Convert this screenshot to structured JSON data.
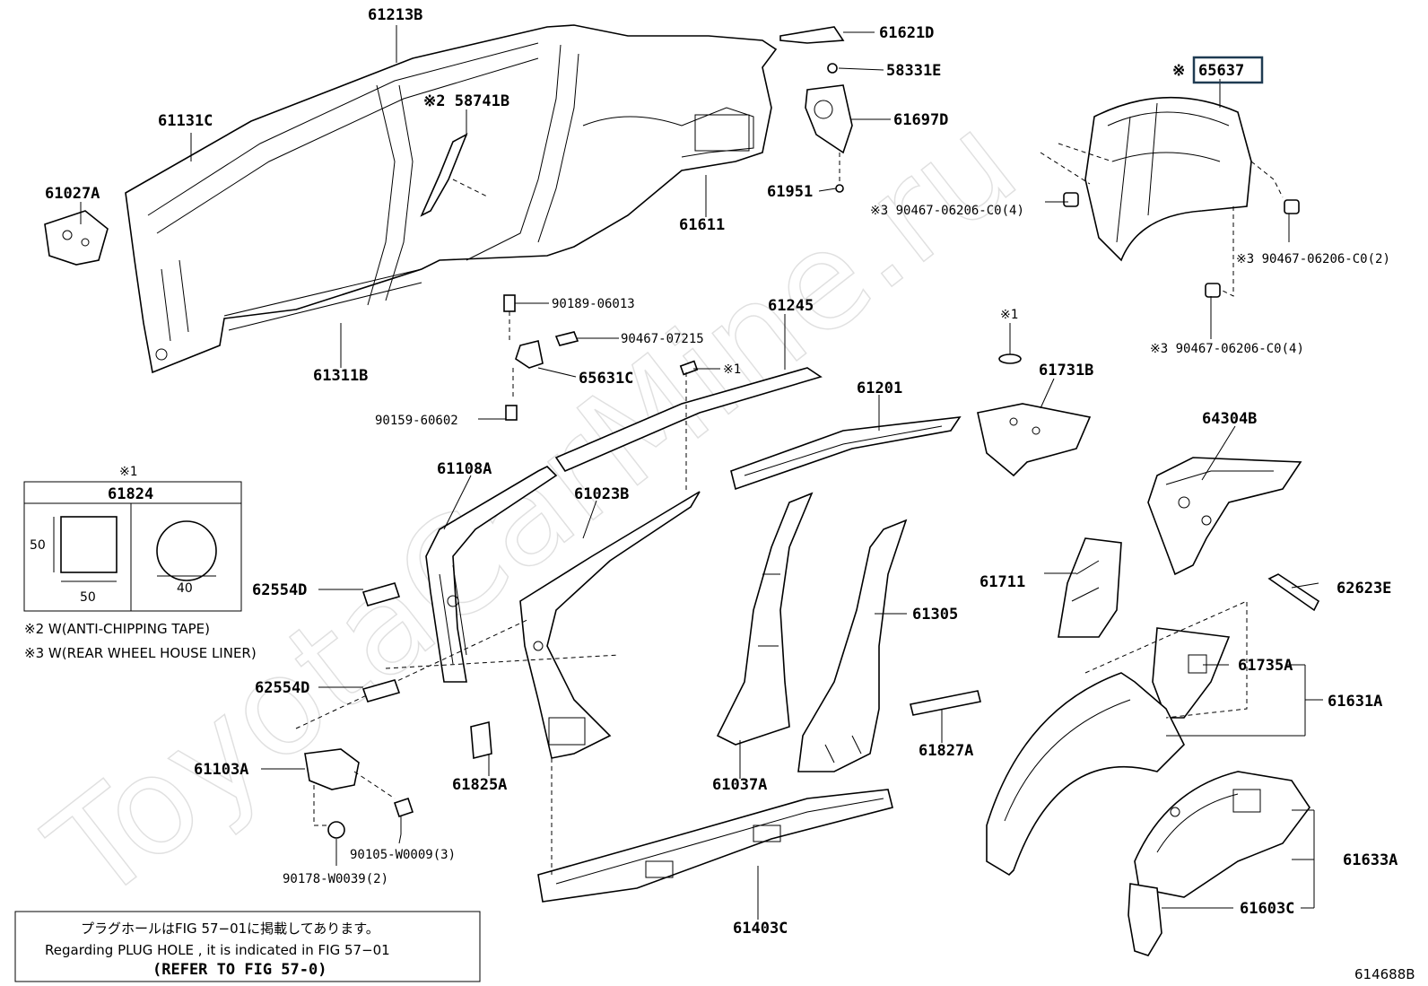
{
  "watermark": "ToyotaCarMine.ru",
  "diagram_id": "614688B",
  "highlighted_part": "65637",
  "parts": {
    "p61213B": "61213B",
    "p61621D": "61621D",
    "p58331E": "58331E",
    "p61697D": "61697D",
    "p61951": "61951",
    "p61131C": "61131C",
    "p58741B": "※2 58741B",
    "p61027A": "61027A",
    "p61611": "61611",
    "p61311B": "61311B",
    "p90467_a": "※3 90467-06206-C0(4)",
    "p90467_b": "※3 90467-06206-C0(2)",
    "p90467_c": "※3 90467-06206-C0(4)",
    "p65637_mark": "※",
    "p90189": "90189-06013",
    "p90467_07215": "90467-07215",
    "p65631C": "65631C",
    "p90159": "90159-60602",
    "p61245": "61245",
    "p_x1_a": "※1",
    "p_x1_b": "※1",
    "p61201": "61201",
    "p61731B": "61731B",
    "p64304B": "64304B",
    "p61108A": "61108A",
    "p61023B": "61023B",
    "p62554D_a": "62554D",
    "p62554D_b": "62554D",
    "p61711": "61711",
    "p62623E": "62623E",
    "p61305": "61305",
    "p61735A": "61735A",
    "p61631A": "61631A",
    "p61827A": "61827A",
    "p61825A": "61825A",
    "p61037A": "61037A",
    "p61103A": "61103A",
    "p90105": "90105-W0009(3)",
    "p90178": "90178-W0039(2)",
    "p61633A": "61633A",
    "p61603C": "61603C",
    "p61403C": "61403C"
  },
  "inset": {
    "mark": "※1",
    "part": "61824",
    "dim_height": "50",
    "dim_width": "50",
    "dim_diameter": "40"
  },
  "notes": {
    "note2": "※2 W(ANTI-CHIPPING TAPE)",
    "note3": "※3 W(REAR WHEEL HOUSE LINER)"
  },
  "reference_box": {
    "line1": "プラグホールはFIG 57−01に掲載してあります。",
    "line2": "Regarding  PLUG  HOLE , it is indicated in  FIG  57−01",
    "line3": "(REFER TO FIG 57-0)"
  }
}
